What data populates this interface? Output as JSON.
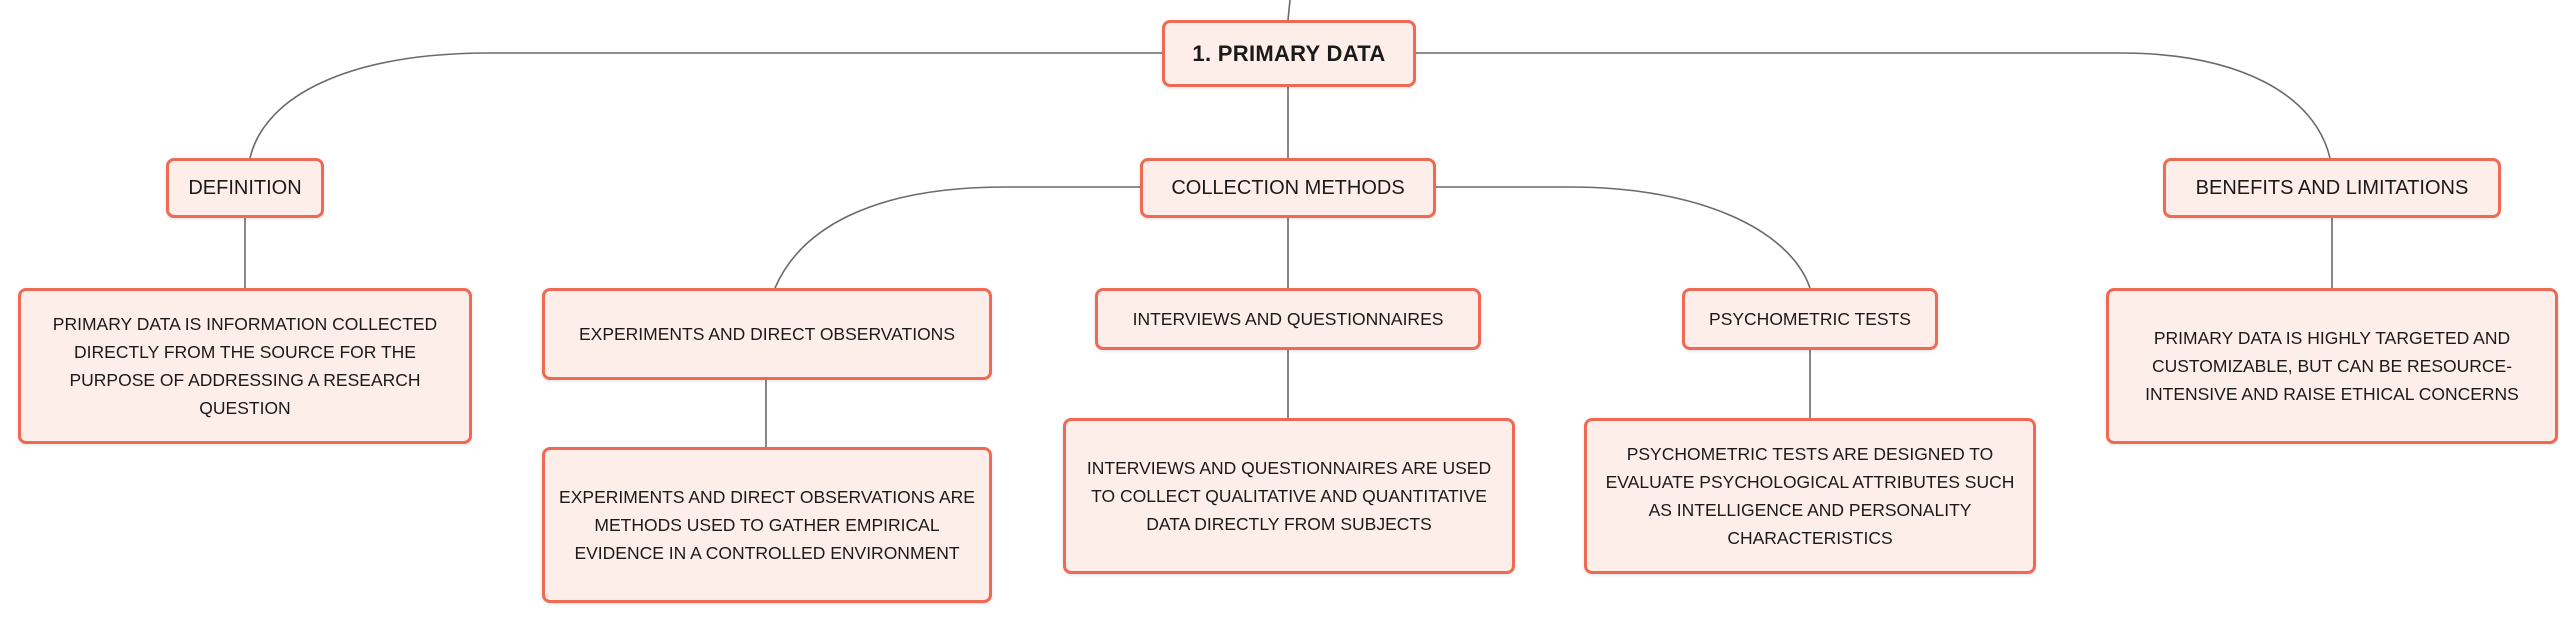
{
  "colors": {
    "node_fill": "#fdeee9",
    "node_border": "#ee6a55",
    "connector": "#6a6a6a",
    "text": "#1a1a1a"
  },
  "root": {
    "label": "1. PRIMARY DATA"
  },
  "definition": {
    "label": "DEFINITION",
    "detail": "PRIMARY DATA IS INFORMATION COLLECTED DIRECTLY FROM THE SOURCE FOR THE PURPOSE OF ADDRESSING A RESEARCH QUESTION"
  },
  "collection_methods": {
    "label": "COLLECTION METHODS",
    "items": [
      {
        "label": "EXPERIMENTS AND DIRECT OBSERVATIONS",
        "detail": "EXPERIMENTS AND DIRECT OBSERVATIONS ARE METHODS USED TO GATHER EMPIRICAL EVIDENCE IN A CONTROLLED ENVIRONMENT"
      },
      {
        "label": "INTERVIEWS AND QUESTIONNAIRES",
        "detail": "INTERVIEWS AND QUESTIONNAIRES ARE USED TO COLLECT QUALITATIVE AND QUANTITATIVE DATA DIRECTLY FROM SUBJECTS"
      },
      {
        "label": "PSYCHOMETRIC TESTS",
        "detail": "PSYCHOMETRIC TESTS ARE DESIGNED TO EVALUATE PSYCHOLOGICAL ATTRIBUTES SUCH AS INTELLIGENCE AND PERSONALITY CHARACTERISTICS"
      }
    ]
  },
  "benefits": {
    "label": "BENEFITS AND LIMITATIONS",
    "detail": "PRIMARY DATA IS HIGHLY TARGETED AND CUSTOMIZABLE, BUT CAN BE RESOURCE-INTENSIVE AND RAISE ETHICAL CONCERNS"
  }
}
